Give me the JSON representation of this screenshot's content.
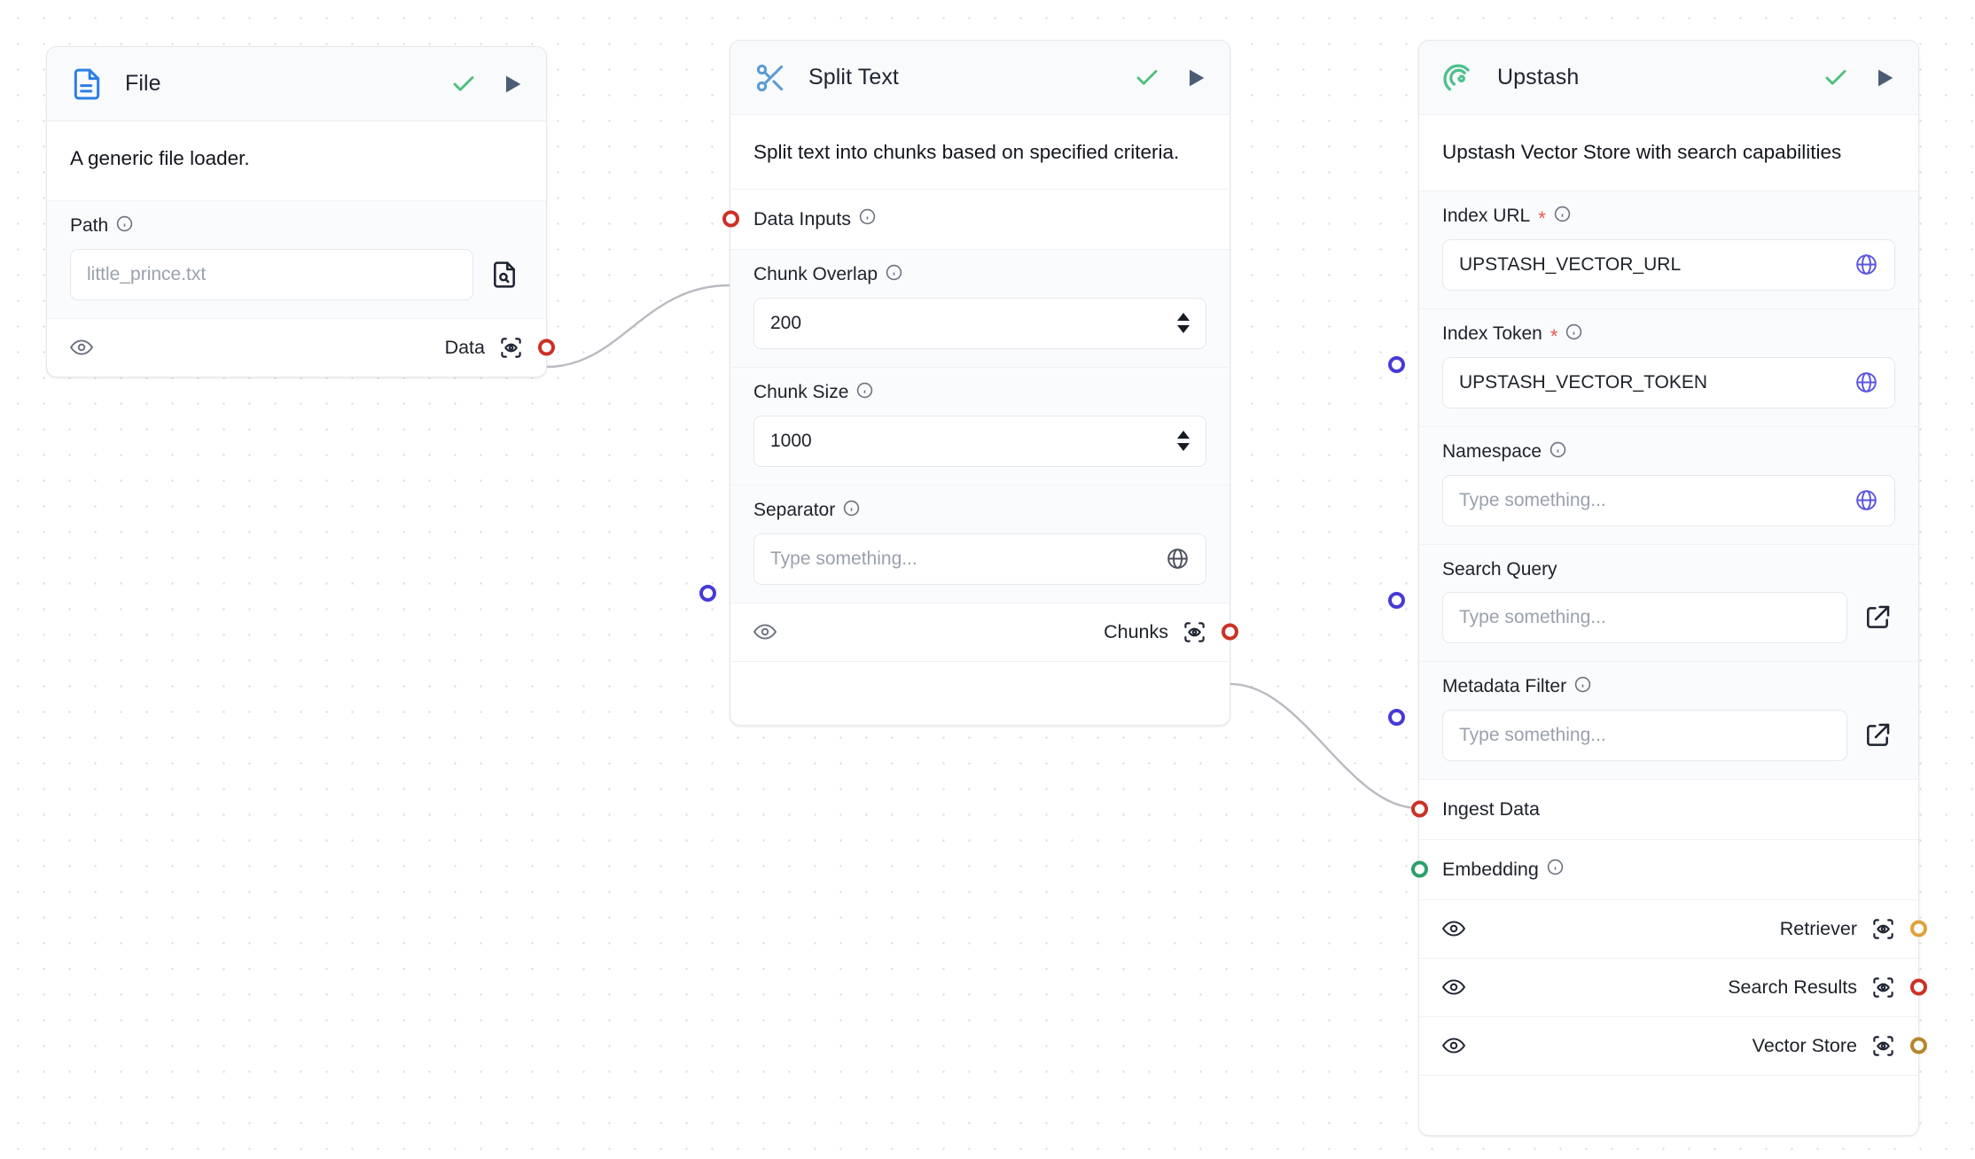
{
  "canvas": {
    "background": "#ffffff",
    "dot_color": "#d8d8e0"
  },
  "nodes": {
    "file": {
      "title": "File",
      "icon": "file-text-icon",
      "description": "A generic file loader.",
      "fields": [
        {
          "label": "Path",
          "info": true,
          "required": false,
          "value": "little_prince.txt",
          "is_placeholder": true,
          "trailing_icon": "file-search-icon"
        }
      ],
      "outputs": [
        {
          "name": "Data",
          "handle_color": "#cc3026"
        }
      ],
      "actions": {
        "check": "check-icon",
        "run": "play-icon"
      }
    },
    "split_text": {
      "title": "Split Text",
      "icon": "scissors-icon",
      "description": "Split text into chunks based on specified criteria.",
      "inputs": [
        {
          "label": "Data Inputs",
          "info": true,
          "handle_color": "#cc3026"
        }
      ],
      "fields": [
        {
          "label": "Chunk Overlap",
          "info": true,
          "value": "200",
          "is_placeholder": false,
          "control": "stepper"
        },
        {
          "label": "Chunk Size",
          "info": true,
          "value": "1000",
          "is_placeholder": false,
          "control": "stepper"
        },
        {
          "label": "Separator",
          "info": true,
          "value": "Type something...",
          "is_placeholder": true,
          "trailing_icon": "globe-icon",
          "handle_color": "#4739d8"
        }
      ],
      "outputs": [
        {
          "name": "Chunks",
          "handle_color": "#cc3026"
        }
      ],
      "actions": {
        "check": "check-icon",
        "run": "play-icon"
      }
    },
    "upstash": {
      "title": "Upstash",
      "icon": "upstash-spiral-icon",
      "description": "Upstash Vector Store with search capabilities",
      "fields": [
        {
          "label": "Index URL",
          "info": true,
          "required": true,
          "value": "UPSTASH_VECTOR_URL",
          "is_placeholder": false,
          "trailing_icon": "globe-icon"
        },
        {
          "label": "Index Token",
          "info": true,
          "required": true,
          "value": "UPSTASH_VECTOR_TOKEN",
          "is_placeholder": false,
          "trailing_icon": "globe-icon",
          "handle_color": "#4739d8"
        },
        {
          "label": "Namespace",
          "info": true,
          "required": false,
          "value": "Type something...",
          "is_placeholder": true,
          "trailing_icon": "globe-icon"
        },
        {
          "label": "Search Query",
          "info": false,
          "required": false,
          "value": "Type something...",
          "is_placeholder": true,
          "trailing_icon": "external-link-icon",
          "handle_color": "#4739d8"
        },
        {
          "label": "Metadata Filter",
          "info": true,
          "required": false,
          "value": "Type something...",
          "is_placeholder": true,
          "trailing_icon": "external-link-icon",
          "handle_color": "#4739d8"
        }
      ],
      "inputs": [
        {
          "label": "Ingest Data",
          "info": false,
          "handle_color": "#cc3026"
        },
        {
          "label": "Embedding",
          "info": true,
          "handle_color": "#2aa06a"
        }
      ],
      "outputs": [
        {
          "name": "Retriever",
          "handle_color": "#e0a23c"
        },
        {
          "name": "Search Results",
          "handle_color": "#cc3026"
        },
        {
          "name": "Vector Store",
          "handle_color": "#b4862c"
        }
      ],
      "actions": {
        "check": "check-icon",
        "run": "play-icon"
      }
    }
  },
  "edges": [
    {
      "from": "file.Data",
      "to": "split_text.Data Inputs",
      "color": "#b9bbc2"
    },
    {
      "from": "split_text.Chunks",
      "to": "upstash.Ingest Data",
      "color": "#b9bbc2"
    }
  ]
}
